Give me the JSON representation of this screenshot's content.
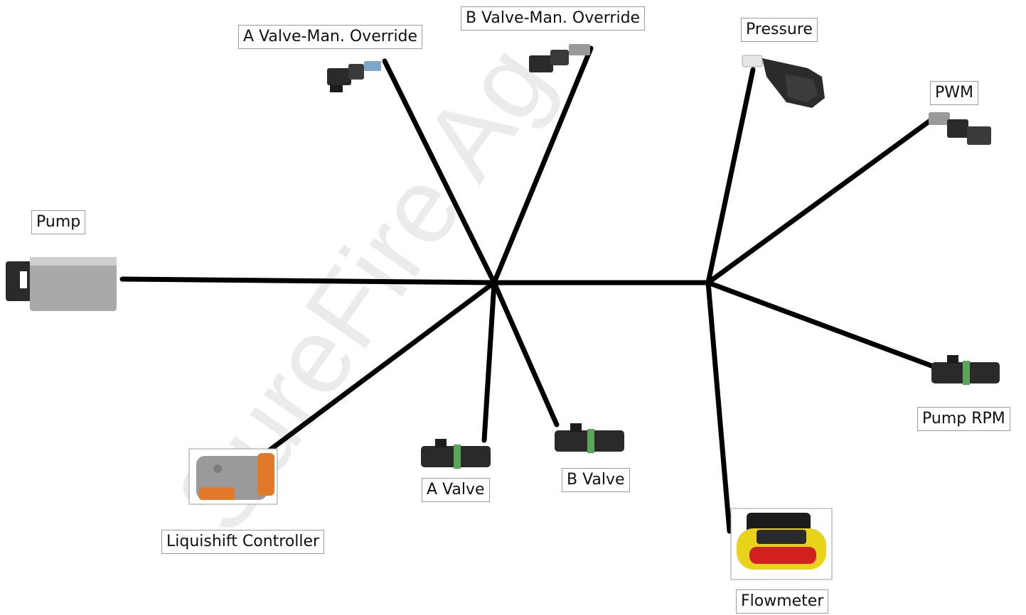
{
  "watermark": "SureFire Ag",
  "connectors": [
    {
      "id": "a-valve-man-override",
      "label": "A Valve-Man. Override"
    },
    {
      "id": "b-valve-man-override",
      "label": "B Valve-Man. Override"
    },
    {
      "id": "pressure",
      "label": "Pressure"
    },
    {
      "id": "pwm",
      "label": "PWM"
    },
    {
      "id": "pump",
      "label": "Pump"
    },
    {
      "id": "liquishift-controller",
      "label": "Liquishift Controller"
    },
    {
      "id": "a-valve",
      "label": "A Valve"
    },
    {
      "id": "b-valve",
      "label": "B Valve"
    },
    {
      "id": "pump-rpm",
      "label": "Pump RPM"
    },
    {
      "id": "flowmeter",
      "label": "Flowmeter"
    }
  ],
  "colors": {
    "wire": "#000000",
    "connector_dark": "#2a2a2a",
    "green_seal": "#5aa55a",
    "gray_housing": "#9a9a9a",
    "orange_insert": "#e07a2a",
    "yellow_seal": "#e9d21a",
    "red_insert": "#d22020"
  }
}
